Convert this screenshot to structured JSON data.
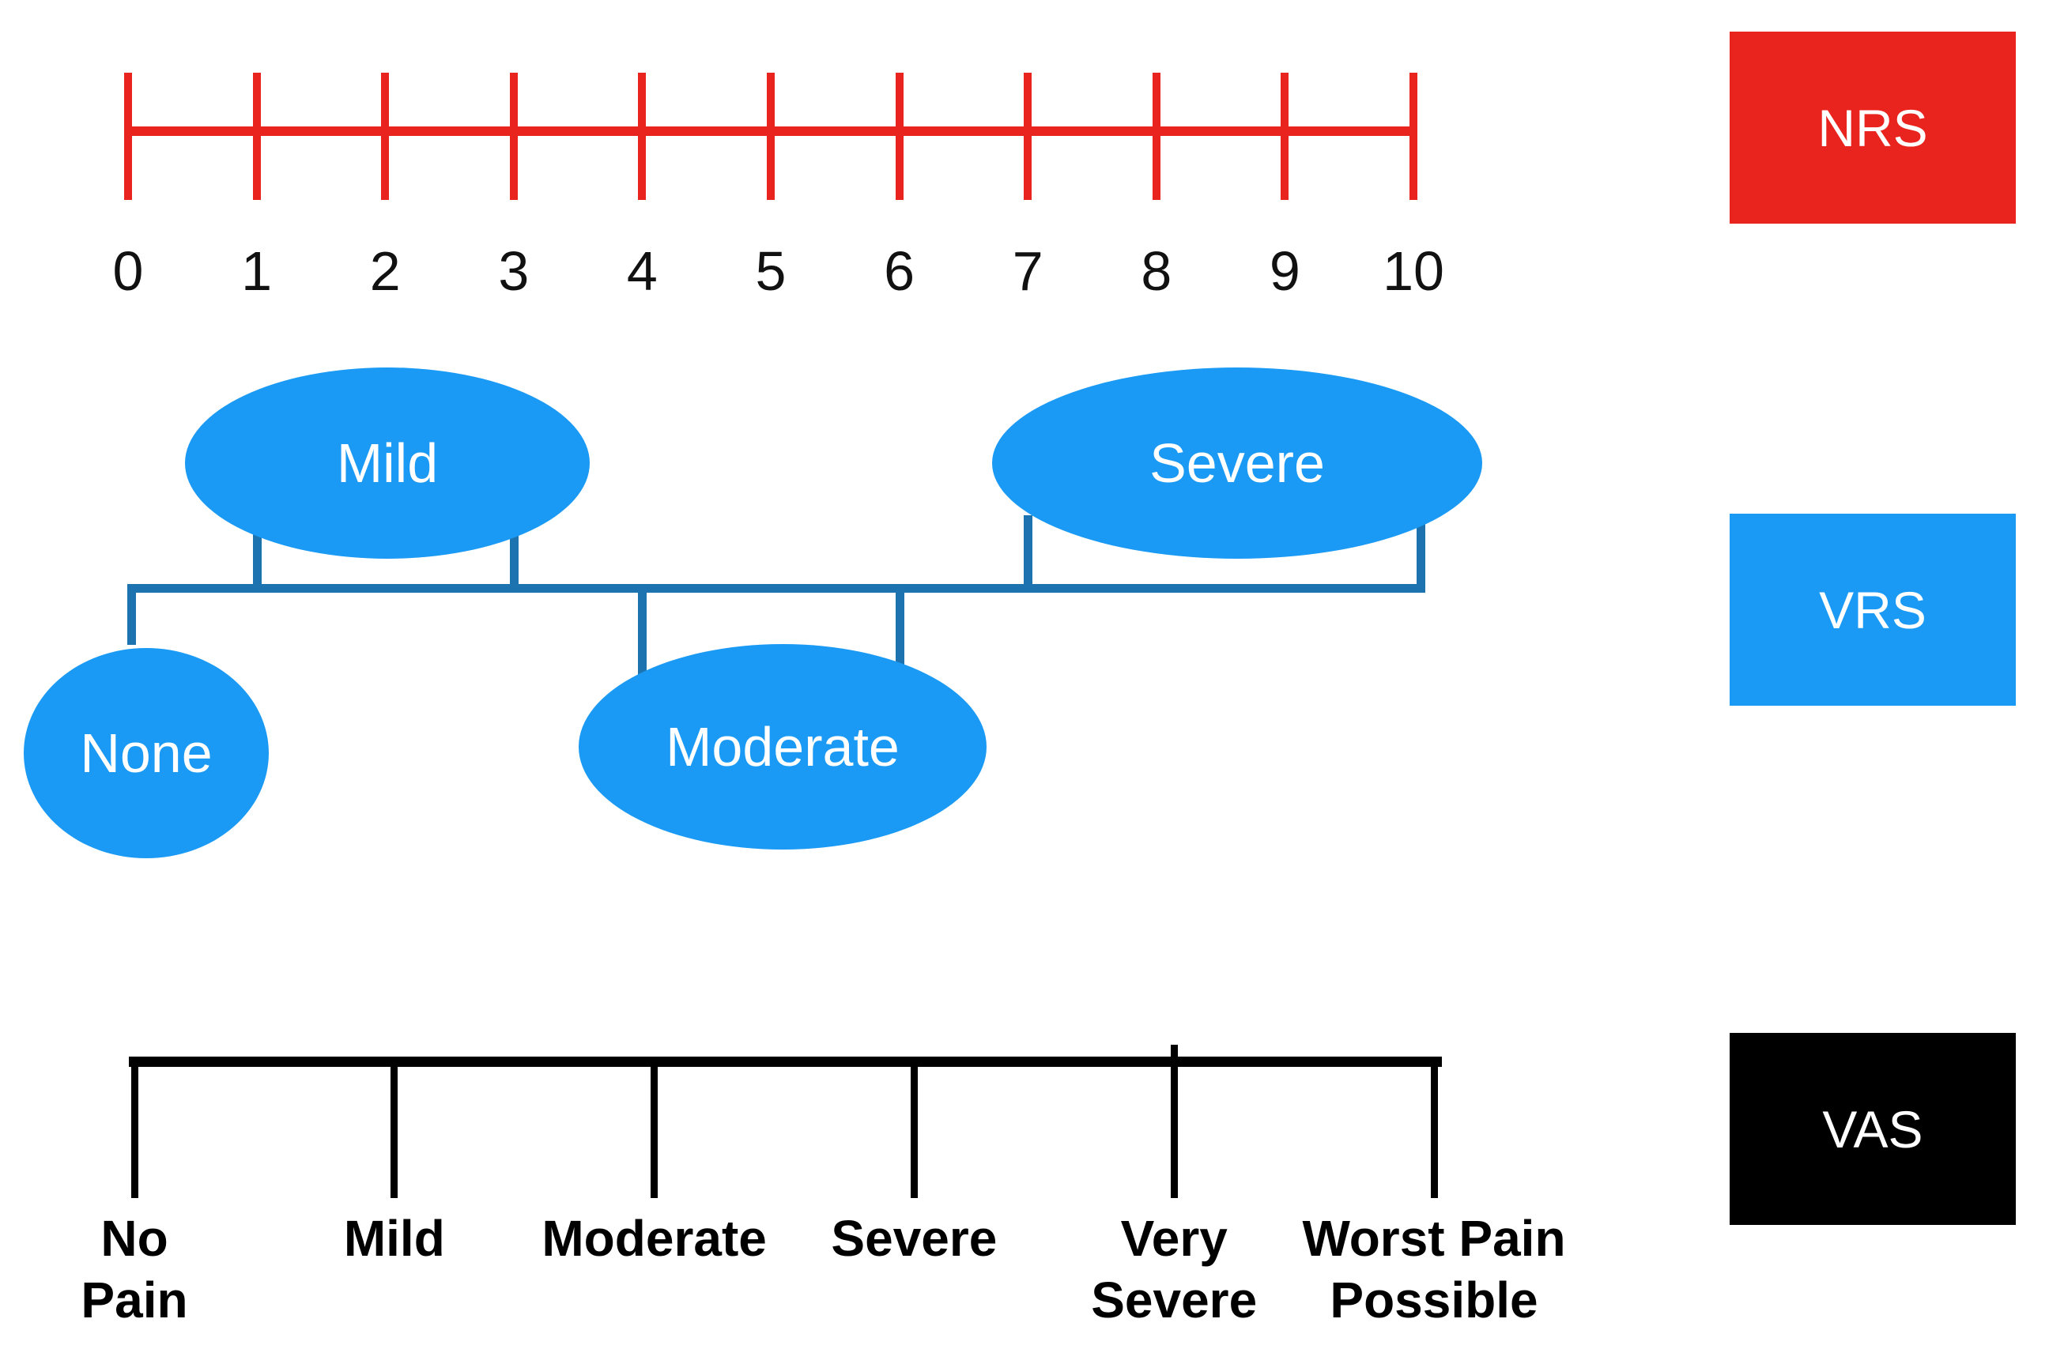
{
  "figure": {
    "background": "#FFFFFF"
  },
  "nrs": {
    "name": "NRS",
    "color": "#E9241E",
    "tick_labels": [
      "0",
      "1",
      "2",
      "3",
      "4",
      "5",
      "6",
      "7",
      "8",
      "9",
      "10"
    ]
  },
  "vrs": {
    "name": "VRS",
    "ellipse_color": "#1A9AF4",
    "line_color": "#1C73B0",
    "text_color": "#FFFFFF",
    "nodes": [
      {
        "label": "None"
      },
      {
        "label": "Mild"
      },
      {
        "label": "Moderate"
      },
      {
        "label": "Severe"
      }
    ]
  },
  "vas": {
    "name": "VAS",
    "color": "#000000",
    "tick_labels": [
      [
        "No",
        "Pain"
      ],
      [
        "Mild"
      ],
      [
        "Moderate"
      ],
      [
        "Severe"
      ],
      [
        "Very",
        "Severe"
      ],
      [
        "Worst Pain",
        "Possible"
      ]
    ]
  },
  "legend": [
    {
      "label": "NRS",
      "bg": "#E9241E",
      "fg": "#FFFFFF"
    },
    {
      "label": "VRS",
      "bg": "#1A9AF4",
      "fg": "#FFFFFF"
    },
    {
      "label": "VAS",
      "bg": "#000000",
      "fg": "#FFFFFF"
    }
  ]
}
